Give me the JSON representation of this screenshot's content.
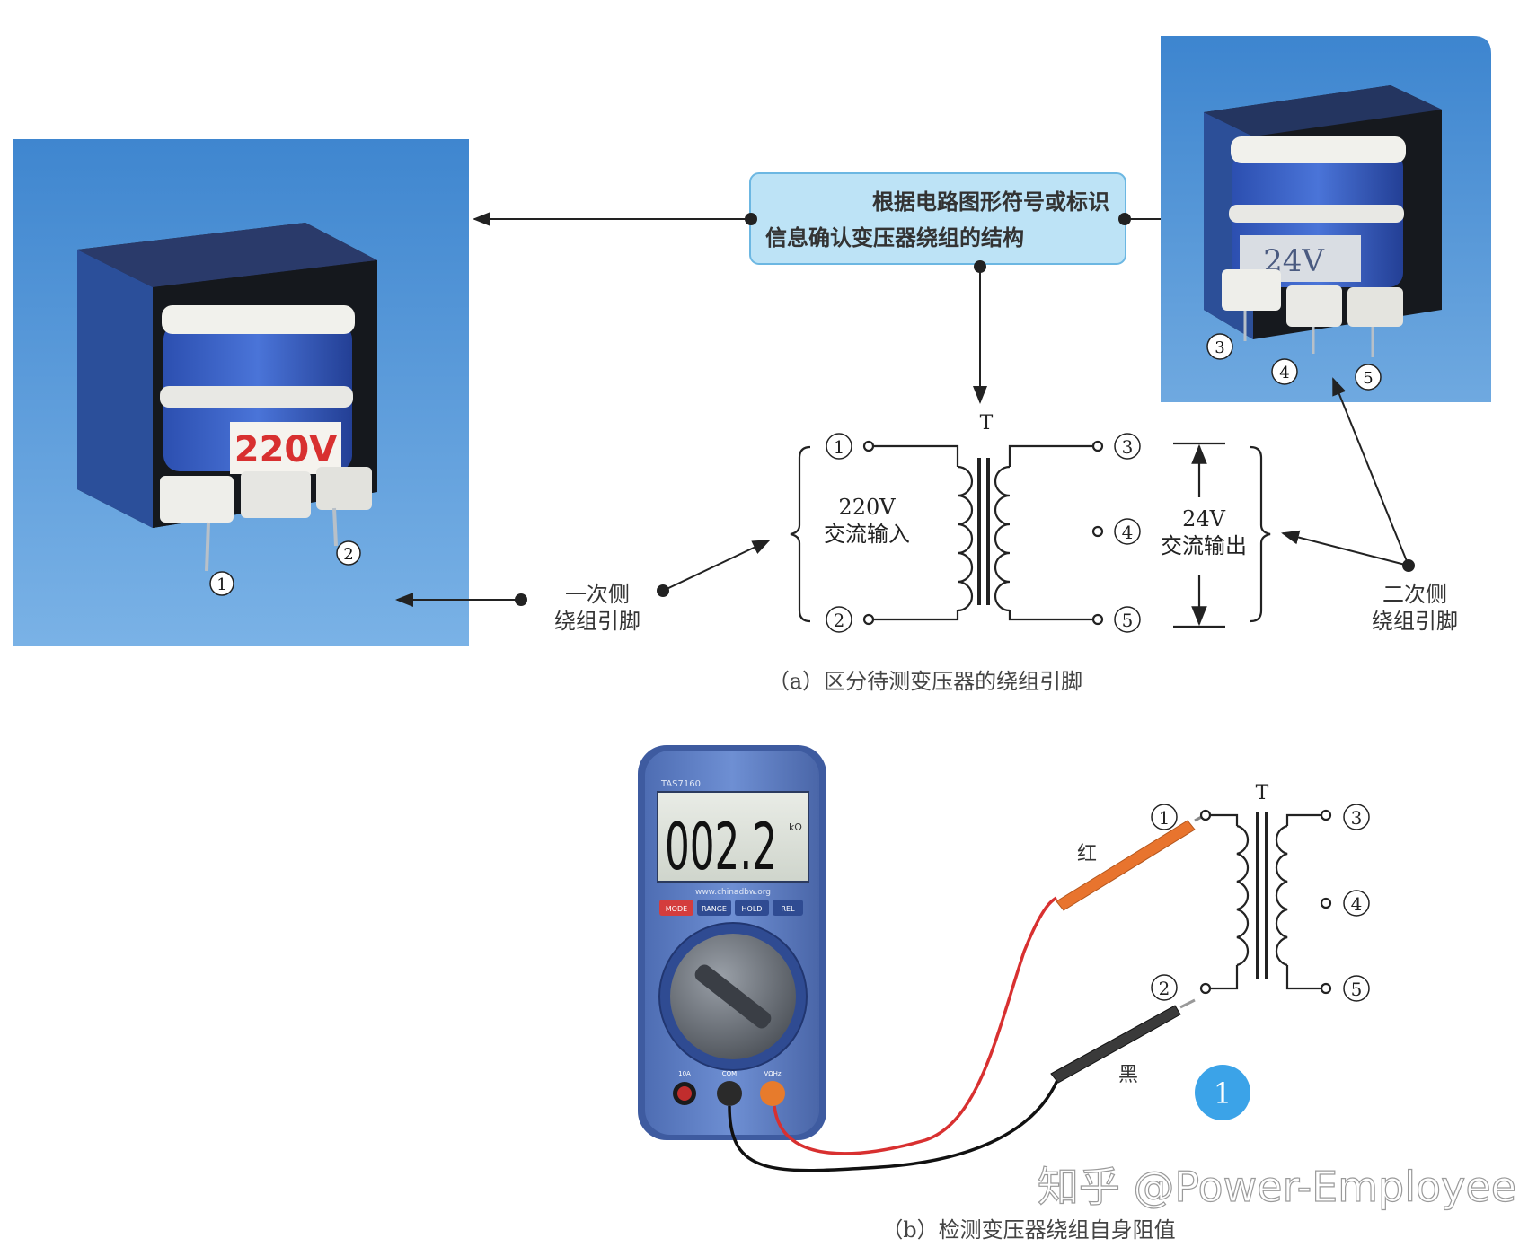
{
  "callout": {
    "line1": "根据电路图形符号或标识",
    "line2": "信息确认变压器绕组的结构"
  },
  "photo_left": {
    "label": "220V",
    "pins": [
      "1",
      "2"
    ]
  },
  "photo_right": {
    "label": "24V",
    "pins": [
      "3",
      "4",
      "5"
    ]
  },
  "schematic_a": {
    "ref": "T",
    "pins": [
      "1",
      "2",
      "3",
      "4",
      "5"
    ],
    "primary_voltage": "220V",
    "primary_desc": "交流输入",
    "secondary_voltage": "24V",
    "secondary_desc": "交流输出"
  },
  "labels": {
    "primary_pins_l1": "一次侧",
    "primary_pins_l2": "绕组引脚",
    "secondary_pins_l1": "二次侧",
    "secondary_pins_l2": "绕组引脚"
  },
  "caption_a": "（a）区分待测变压器的绕组引脚",
  "meter": {
    "model": "TAS7160",
    "reading": "002.2",
    "unit": "kΩ",
    "website": "www.chinadbw.org",
    "buttons": [
      "MODE",
      "RANGE",
      "HOLD",
      "REL"
    ],
    "jacks": [
      "10A",
      "COM",
      "VΩHz"
    ]
  },
  "schematic_b": {
    "ref": "T",
    "pins": [
      "1",
      "2",
      "3",
      "4",
      "5"
    ],
    "red_probe": "红",
    "black_probe": "黑",
    "step": "1"
  },
  "caption_b": "（b）检测变压器绕组自身阻值",
  "watermark": "知乎 @Power-Employee",
  "colors": {
    "photo_bg": "#4d8fd0",
    "callout_fill": "#bde3f6",
    "callout_border": "#6cb7e2",
    "meter_body": "#5b7bc0",
    "red_lead": "#e03a3a",
    "step_badge": "#3ba3e8"
  }
}
